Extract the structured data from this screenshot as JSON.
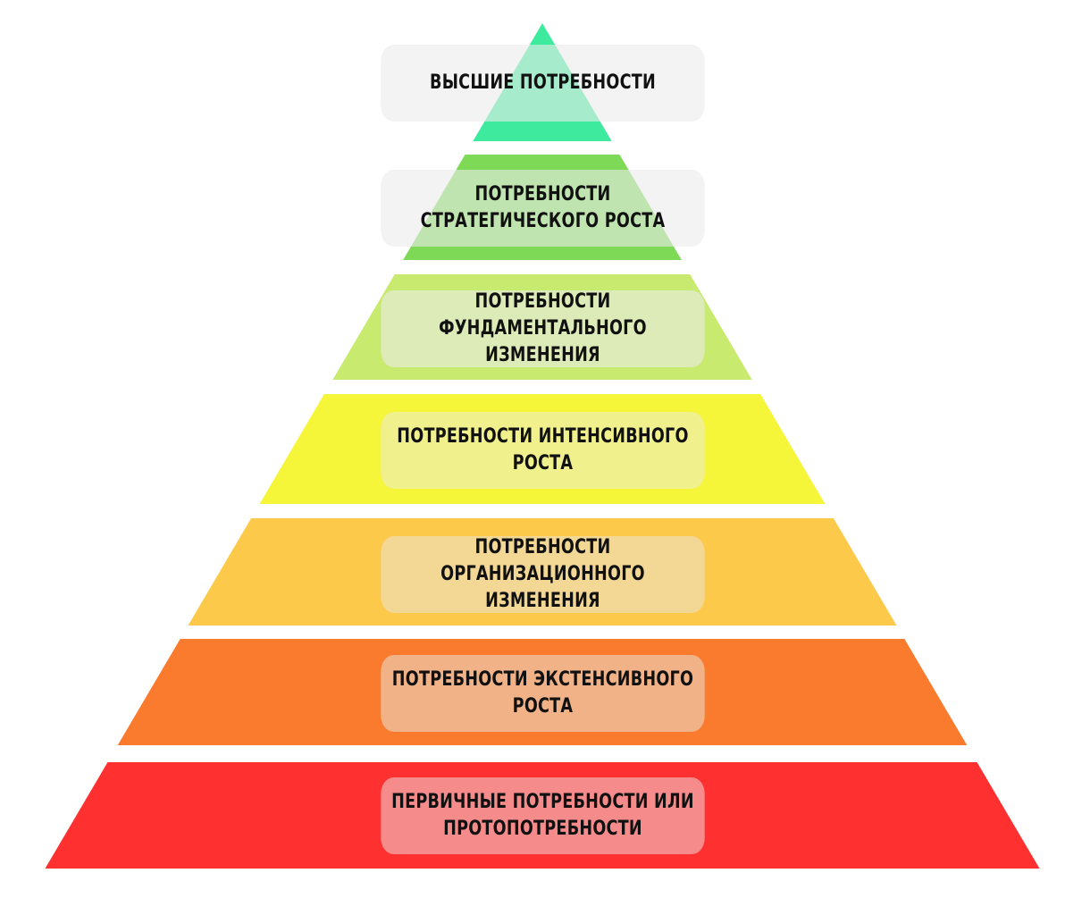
{
  "pyramid": {
    "levels": [
      {
        "label": "ВЫСШИЕ ПОТРЕБНОСТИ",
        "color": "#3EEA9E",
        "label_bg": "rgba(235,235,235,0.6)"
      },
      {
        "label": "ПОТРЕБНОСТИ СТРАТЕГИЧЕСКОГО РОСТА",
        "color": "#7ED957",
        "label_bg": "rgba(235,235,235,0.6)"
      },
      {
        "label": "ПОТРЕБНОСТИ ФУНДАМЕНТАЛЬНОГО ИЗМЕНЕНИЯ",
        "color": "#C8EA6E",
        "label_bg": "rgba(235,235,235,0.6)"
      },
      {
        "label": "ПОТРЕБНОСТИ ИНТЕНСИВНОГО РОСТА",
        "color": "#F5F53A",
        "label_bg": "rgba(235,235,210,0.55)"
      },
      {
        "label": "ПОТРЕБНОСТИ ОРГАНИЗАЦИОННОГО ИЗМЕНЕНИЯ",
        "color": "#FCC94A",
        "label_bg": "rgba(235,225,200,0.6)"
      },
      {
        "label": "ПОТРЕБНОСТИ ЭКСТЕНСИВНОГО РОСТА",
        "color": "#FA7A2E",
        "label_bg": "rgba(235,215,195,0.6)"
      },
      {
        "label": "ПЕРВИЧНЫЕ ПОТРЕБНОСТИ ИЛИ ПРОТОПОТРЕБНОСТИ",
        "color": "#FF3030",
        "label_bg": "rgba(240,200,200,0.6)"
      }
    ]
  }
}
